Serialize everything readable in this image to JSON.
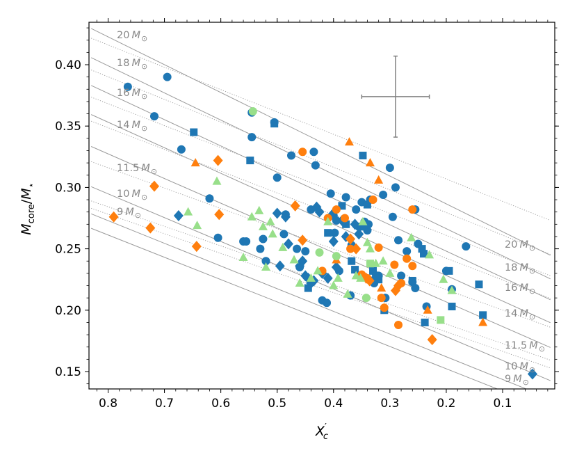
{
  "chart_data": {
    "type": "scatter",
    "xlabel": "X′c",
    "ylabel": "Mcore/M⋆",
    "xlim": [
      0.83,
      0.015
    ],
    "ylim": [
      0.135,
      0.432
    ],
    "x_reversed": true,
    "x_ticks": [
      0.8,
      0.7,
      0.6,
      0.5,
      0.4,
      0.3,
      0.2,
      0.1
    ],
    "x_tick_labels": [
      "0.8",
      "0.7",
      "0.6",
      "0.5",
      "0.4",
      "0.3",
      "0.2",
      "0.1"
    ],
    "y_ticks": [
      0.15,
      0.2,
      0.25,
      0.3,
      0.35,
      0.4
    ],
    "y_tick_labels": [
      "0.15",
      "0.20",
      "0.25",
      "0.30",
      "0.35",
      "0.40"
    ],
    "grid": false,
    "colors": {
      "blue": "#1f77b4",
      "orange": "#ff7f0e",
      "green": "#98df8a",
      "track": "#999999"
    },
    "error_bar": {
      "x": 0.29,
      "y": 0.374,
      "xerr": 0.06,
      "yerr": 0.033
    },
    "tracks_solid": [
      {
        "mass_label": "20 M⊙",
        "x": [
          0.83,
          0.0152
        ],
        "y": [
          0.4295,
          0.2447
        ]
      },
      {
        "mass_label": "18 M⊙",
        "x": [
          0.83,
          0.0152
        ],
        "y": [
          0.4058,
          0.2255
        ]
      },
      {
        "mass_label": "16 M⊙",
        "x": [
          0.83,
          0.0152
        ],
        "y": [
          0.3831,
          0.2085
        ]
      },
      {
        "mass_label": "14 M⊙",
        "x": [
          0.83,
          0.0152
        ],
        "y": [
          0.3594,
          0.1898
        ]
      },
      {
        "mass_label": "11.5 M⊙",
        "x": [
          0.83,
          0.0152
        ],
        "y": [
          0.3334,
          0.1696
        ]
      },
      {
        "mass_label": "10 M⊙",
        "x": [
          0.83,
          0.0152
        ],
        "y": [
          0.3006,
          0.1426
        ]
      },
      {
        "mass_label": "9 M⊙",
        "x": [
          0.83,
          0.0152
        ],
        "y": [
          0.2785,
          0.1279
        ]
      },
      {
        "mass_label": "",
        "x": [
          0.83,
          0.0152
        ],
        "y": [
          0.2667,
          0.1187
        ]
      }
    ],
    "tracks_dotted": [
      {
        "x": [
          0.83,
          0.0152
        ],
        "y": [
          0.4216,
          0.2732
        ]
      },
      {
        "x": [
          0.83,
          0.0152
        ],
        "y": [
          0.3957,
          0.2455
        ]
      },
      {
        "x": [
          0.83,
          0.0152
        ],
        "y": [
          0.3736,
          0.228
        ]
      },
      {
        "x": [
          0.83,
          0.0152
        ],
        "y": [
          0.354,
          0.2096
        ]
      },
      {
        "x": [
          0.83,
          0.0152
        ],
        "y": [
          0.321,
          0.1861
        ]
      },
      {
        "x": [
          0.83,
          0.0152
        ],
        "y": [
          0.289,
          0.1593
        ]
      },
      {
        "x": [
          0.83,
          0.0152
        ],
        "y": [
          0.283,
          0.1529
        ]
      }
    ],
    "series": [
      {
        "marker": "circle",
        "color": "blue",
        "points": [
          [
            0.765,
            0.382
          ],
          [
            0.695,
            0.39
          ],
          [
            0.718,
            0.358
          ],
          [
            0.67,
            0.331
          ],
          [
            0.62,
            0.291
          ],
          [
            0.605,
            0.259
          ],
          [
            0.56,
            0.256
          ],
          [
            0.555,
            0.256
          ],
          [
            0.545,
            0.361
          ],
          [
            0.545,
            0.341
          ],
          [
            0.53,
            0.25
          ],
          [
            0.525,
            0.258
          ],
          [
            0.505,
            0.353
          ],
          [
            0.5,
            0.308
          ],
          [
            0.52,
            0.24
          ],
          [
            0.475,
            0.326
          ],
          [
            0.465,
            0.25
          ],
          [
            0.46,
            0.235
          ],
          [
            0.45,
            0.248
          ],
          [
            0.435,
            0.329
          ],
          [
            0.432,
            0.318
          ],
          [
            0.42,
            0.208
          ],
          [
            0.412,
            0.206
          ],
          [
            0.405,
            0.295
          ],
          [
            0.4,
            0.277
          ],
          [
            0.395,
            0.273
          ],
          [
            0.39,
            0.232
          ],
          [
            0.378,
            0.292
          ],
          [
            0.37,
            0.212
          ],
          [
            0.368,
            0.253
          ],
          [
            0.36,
            0.282
          ],
          [
            0.355,
            0.268
          ],
          [
            0.345,
            0.272
          ],
          [
            0.34,
            0.265
          ],
          [
            0.338,
            0.27
          ],
          [
            0.335,
            0.29
          ],
          [
            0.332,
            0.224
          ],
          [
            0.328,
            0.222
          ],
          [
            0.32,
            0.228
          ],
          [
            0.312,
            0.294
          ],
          [
            0.308,
            0.21
          ],
          [
            0.3,
            0.316
          ],
          [
            0.295,
            0.276
          ],
          [
            0.29,
            0.3
          ],
          [
            0.285,
            0.257
          ],
          [
            0.28,
            0.228
          ],
          [
            0.27,
            0.248
          ],
          [
            0.26,
            0.223
          ],
          [
            0.255,
            0.218
          ],
          [
            0.25,
            0.254
          ],
          [
            0.235,
            0.203
          ],
          [
            0.2,
            0.232
          ],
          [
            0.19,
            0.217
          ],
          [
            0.165,
            0.252
          ],
          [
            0.255,
            0.282
          ],
          [
            0.485,
            0.278
          ],
          [
            0.488,
            0.262
          ],
          [
            0.44,
            0.282
          ],
          [
            0.35,
            0.288
          ],
          [
            0.398,
            0.263
          ]
        ]
      },
      {
        "marker": "square",
        "color": "blue",
        "points": [
          [
            0.648,
            0.345
          ],
          [
            0.548,
            0.322
          ],
          [
            0.505,
            0.352
          ],
          [
            0.445,
            0.218
          ],
          [
            0.41,
            0.263
          ],
          [
            0.385,
            0.285
          ],
          [
            0.378,
            0.27
          ],
          [
            0.368,
            0.24
          ],
          [
            0.362,
            0.233
          ],
          [
            0.35,
            0.268
          ],
          [
            0.348,
            0.326
          ],
          [
            0.34,
            0.286
          ],
          [
            0.33,
            0.232
          ],
          [
            0.325,
            0.226
          ],
          [
            0.32,
            0.225
          ],
          [
            0.31,
            0.2
          ],
          [
            0.26,
            0.224
          ],
          [
            0.243,
            0.25
          ],
          [
            0.24,
            0.246
          ],
          [
            0.238,
            0.19
          ],
          [
            0.195,
            0.232
          ],
          [
            0.19,
            0.203
          ],
          [
            0.142,
            0.221
          ],
          [
            0.135,
            0.196
          ]
        ]
      },
      {
        "marker": "diamond",
        "color": "blue",
        "points": [
          [
            0.675,
            0.277
          ],
          [
            0.5,
            0.279
          ],
          [
            0.485,
            0.276
          ],
          [
            0.48,
            0.254
          ],
          [
            0.495,
            0.236
          ],
          [
            0.46,
            0.236
          ],
          [
            0.455,
            0.24
          ],
          [
            0.45,
            0.228
          ],
          [
            0.445,
            0.226
          ],
          [
            0.44,
            0.222
          ],
          [
            0.435,
            0.224
          ],
          [
            0.43,
            0.284
          ],
          [
            0.425,
            0.28
          ],
          [
            0.42,
            0.23
          ],
          [
            0.41,
            0.226
          ],
          [
            0.402,
            0.278
          ],
          [
            0.4,
            0.256
          ],
          [
            0.395,
            0.235
          ],
          [
            0.385,
            0.273
          ],
          [
            0.378,
            0.26
          ],
          [
            0.362,
            0.27
          ],
          [
            0.355,
            0.262
          ],
          [
            0.047,
            0.148
          ]
        ]
      },
      {
        "marker": "circle",
        "color": "orange",
        "points": [
          [
            0.455,
            0.329
          ],
          [
            0.42,
            0.232
          ],
          [
            0.41,
            0.275
          ],
          [
            0.395,
            0.282
          ],
          [
            0.38,
            0.275
          ],
          [
            0.37,
            0.25
          ],
          [
            0.35,
            0.229
          ],
          [
            0.34,
            0.226
          ],
          [
            0.33,
            0.29
          ],
          [
            0.32,
            0.251
          ],
          [
            0.315,
            0.21
          ],
          [
            0.31,
            0.202
          ],
          [
            0.292,
            0.237
          ],
          [
            0.285,
            0.188
          ],
          [
            0.28,
            0.222
          ],
          [
            0.27,
            0.242
          ],
          [
            0.26,
            0.236
          ],
          [
            0.26,
            0.282
          ]
        ]
      },
      {
        "marker": "diamond",
        "color": "orange",
        "points": [
          [
            0.79,
            0.276
          ],
          [
            0.725,
            0.267
          ],
          [
            0.718,
            0.301
          ],
          [
            0.643,
            0.252
          ],
          [
            0.605,
            0.322
          ],
          [
            0.603,
            0.278
          ],
          [
            0.468,
            0.285
          ],
          [
            0.455,
            0.257
          ],
          [
            0.37,
            0.258
          ],
          [
            0.36,
            0.25
          ],
          [
            0.342,
            0.226
          ],
          [
            0.336,
            0.224
          ],
          [
            0.29,
            0.216
          ],
          [
            0.285,
            0.22
          ],
          [
            0.225,
            0.176
          ]
        ]
      },
      {
        "marker": "triangle",
        "color": "orange",
        "points": [
          [
            0.645,
            0.32
          ],
          [
            0.395,
            0.241
          ],
          [
            0.372,
            0.337
          ],
          [
            0.335,
            0.32
          ],
          [
            0.32,
            0.306
          ],
          [
            0.315,
            0.218
          ],
          [
            0.233,
            0.2
          ],
          [
            0.135,
            0.19
          ]
        ]
      },
      {
        "marker": "circle",
        "color": "green",
        "points": [
          [
            0.543,
            0.362
          ],
          [
            0.425,
            0.247
          ],
          [
            0.395,
            0.244
          ],
          [
            0.342,
            0.21
          ]
        ]
      },
      {
        "marker": "square",
        "color": "green",
        "points": [
          [
            0.335,
            0.238
          ],
          [
            0.21,
            0.192
          ]
        ]
      },
      {
        "marker": "triangle",
        "color": "green",
        "points": [
          [
            0.658,
            0.28
          ],
          [
            0.642,
            0.269
          ],
          [
            0.607,
            0.305
          ],
          [
            0.56,
            0.243
          ],
          [
            0.545,
            0.276
          ],
          [
            0.532,
            0.281
          ],
          [
            0.525,
            0.268
          ],
          [
            0.52,
            0.235
          ],
          [
            0.512,
            0.272
          ],
          [
            0.508,
            0.262
          ],
          [
            0.49,
            0.251
          ],
          [
            0.47,
            0.241
          ],
          [
            0.46,
            0.222
          ],
          [
            0.44,
            0.226
          ],
          [
            0.428,
            0.232
          ],
          [
            0.41,
            0.272
          ],
          [
            0.4,
            0.22
          ],
          [
            0.392,
            0.226
          ],
          [
            0.375,
            0.213
          ],
          [
            0.36,
            0.228
          ],
          [
            0.352,
            0.226
          ],
          [
            0.348,
            0.272
          ],
          [
            0.34,
            0.255
          ],
          [
            0.335,
            0.25
          ],
          [
            0.325,
            0.238
          ],
          [
            0.312,
            0.24
          ],
          [
            0.3,
            0.23
          ],
          [
            0.262,
            0.259
          ],
          [
            0.23,
            0.245
          ],
          [
            0.205,
            0.225
          ],
          [
            0.19,
            0.216
          ]
        ]
      }
    ]
  }
}
